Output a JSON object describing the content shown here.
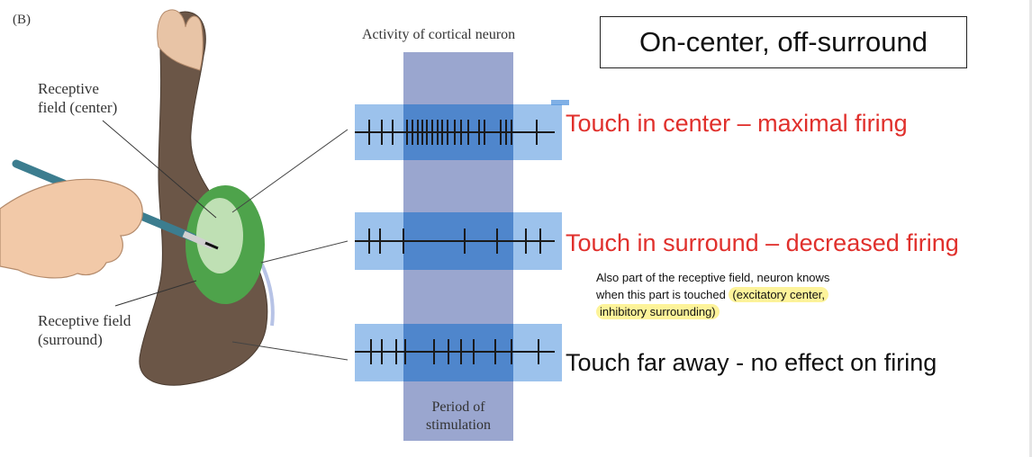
{
  "figure": {
    "panel_letter": "(B)",
    "label_center_line1": "Receptive",
    "label_center_line2": "field (center)",
    "label_surround_line1": "Receptive field",
    "label_surround_line2": "(surround)",
    "activity_title": "Activity of cortical neuron",
    "period_line1": "Period of",
    "period_line2": "stimulation",
    "colors": {
      "skin": "#e8c4a6",
      "fur": "#6b5647",
      "center_field": "#bfe0b4",
      "surround_field": "#4ea34b",
      "trace_band": "#4a8fdc",
      "stim_column": "#9aa6cf",
      "probe": "#3c7d8f"
    }
  },
  "title": "On-center, off-surround",
  "annotations": {
    "center": "Touch in center – maximal firing",
    "surround": "Touch in surround – decreased firing",
    "far": "Touch far away -  no effect on firing"
  },
  "note": {
    "line1": "Also part of the receptive field, neuron knows",
    "line2_plain": "when this part is touched ",
    "line2_highlight": "(excitatory center,",
    "line3_highlight": "inhibitory surrounding)"
  }
}
